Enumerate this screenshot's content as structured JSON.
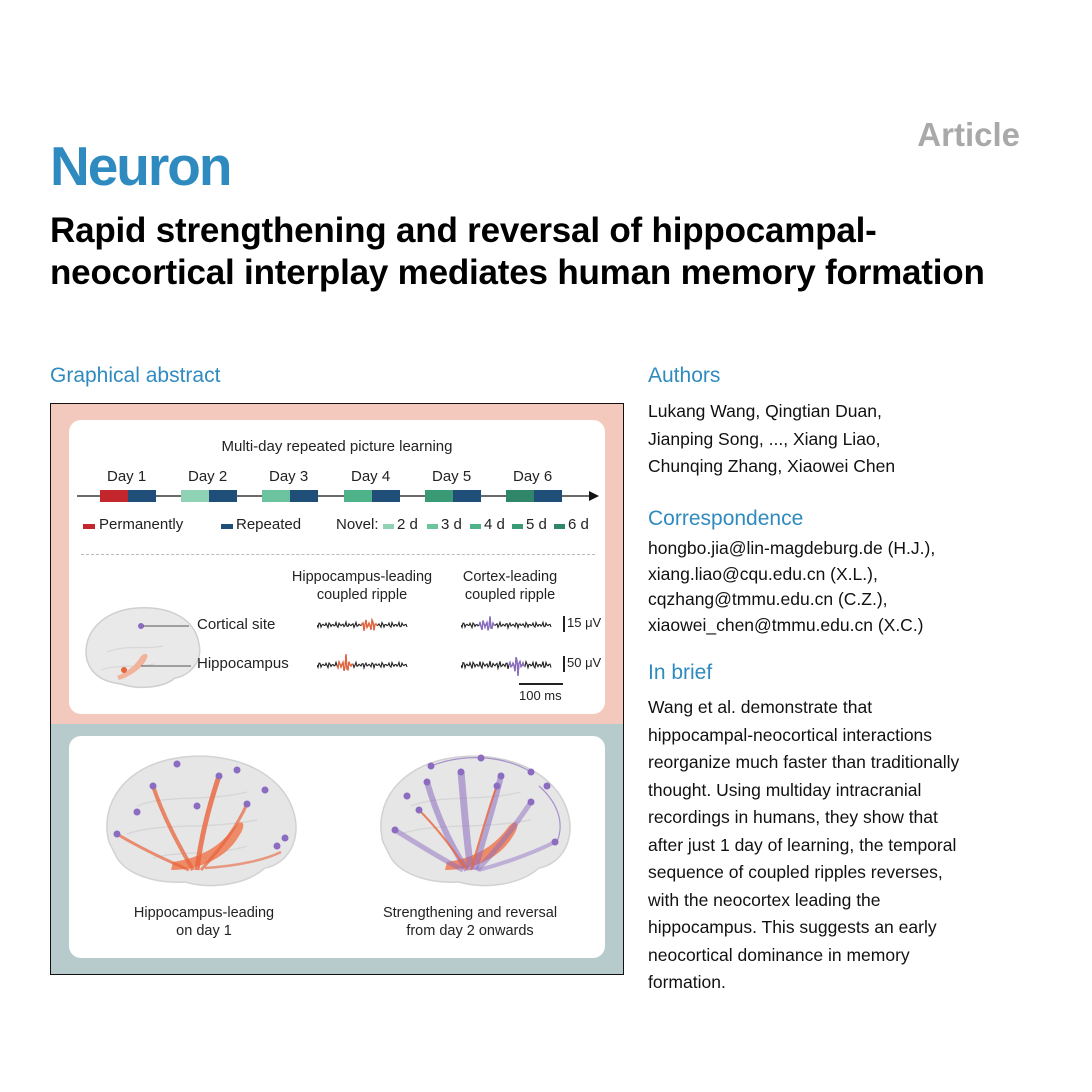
{
  "header": {
    "journal": "Neuron",
    "article_type": "Article"
  },
  "title": "Rapid strengthening and reversal of hippocampal-neocortical interplay mediates human memory formation",
  "graphical_abstract": {
    "heading": "Graphical abstract",
    "top_title": "Multi-day repeated picture learning",
    "days": [
      "Day 1",
      "Day 2",
      "Day 3",
      "Day 4",
      "Day 5",
      "Day 6"
    ],
    "legend": {
      "permanently": "Permanently",
      "repeated": "Repeated",
      "novel": "Novel:",
      "novel_items": [
        "2 d",
        "3 d",
        "4 d",
        "5 d",
        "6 d"
      ]
    },
    "ripple": {
      "hippo_leading": [
        "Hippocampus-leading",
        "coupled ripple"
      ],
      "cortex_leading": [
        "Cortex-leading",
        "coupled ripple"
      ],
      "cortical_site": "Cortical site",
      "hippocampus": "Hippocampus",
      "scale_15": "15 μV",
      "scale_50": "50 μV",
      "scale_time": "100 ms"
    },
    "bottom": {
      "left_caption": [
        "Hippocampus-leading",
        "on day 1"
      ],
      "right_caption": [
        "Strengthening and reversal",
        "from day 2 onwards"
      ]
    },
    "colors": {
      "permanent": "#c4262e",
      "repeated": "#1f4e79",
      "novel": [
        "#8fd3b4",
        "#6cc49e",
        "#4fb38a",
        "#3a9a76",
        "#2f8668"
      ],
      "orange": "#e8643c",
      "purple": "#8b6cc0"
    }
  },
  "authors": {
    "heading": "Authors",
    "lines": [
      "Lukang Wang, Qingtian Duan,",
      "Jianping Song, ..., Xiang Liao,",
      "Chunqing Zhang, Xiaowei Chen"
    ]
  },
  "correspondence": {
    "heading": "Correspondence",
    "lines": [
      "hongbo.jia@lin-magdeburg.de (H.J.),",
      "xiang.liao@cqu.edu.cn (X.L.),",
      "cqzhang@tmmu.edu.cn (C.Z.),",
      "xiaowei_chen@tmmu.edu.cn (X.C.)"
    ]
  },
  "in_brief": {
    "heading": "In brief",
    "lines": [
      "Wang et al. demonstrate that",
      "hippocampal-neocortical interactions",
      "reorganize much faster than traditionally",
      "thought. Using multiday intracranial",
      "recordings in humans, they show that",
      "after just 1 day of learning, the temporal",
      "sequence of coupled ripples reverses,",
      "with the neocortex leading the",
      "hippocampus. This suggests an early",
      "neocortical dominance in memory",
      "formation."
    ]
  }
}
